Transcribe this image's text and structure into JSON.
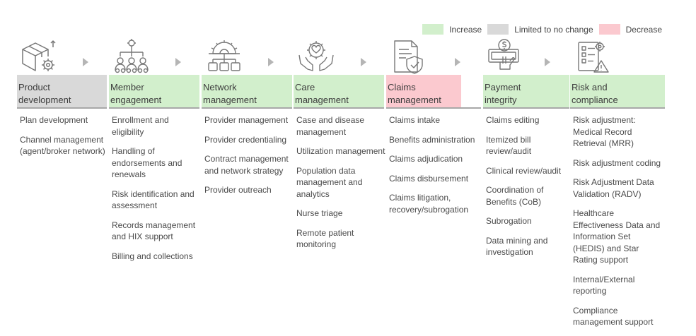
{
  "legend": {
    "items": [
      {
        "label": "Increase",
        "color": "#d2efcc"
      },
      {
        "label": "Limited to no change",
        "color": "#d9d9d9"
      },
      {
        "label": "Decrease",
        "color": "#fbc9cf"
      }
    ]
  },
  "columns": [
    {
      "title_line1": "Product",
      "title_line2": "development",
      "status_color": "#d9d9d9",
      "icon": "box-gear-icon",
      "items": [
        "Plan development",
        "Channel management (agent/broker network)"
      ]
    },
    {
      "title_line1": "Member",
      "title_line2": "engagement",
      "status_color": "#d2efcc",
      "icon": "people-hierarchy-icon",
      "items": [
        "Enrollment and eligibility",
        "Handling of endorsements and renewals",
        "Risk identification and assessment",
        "Records management and HIX support",
        "Billing and collections"
      ]
    },
    {
      "title_line1": "Network",
      "title_line2": "management",
      "status_color": "#d2efcc",
      "icon": "network-gear-icon",
      "items": [
        "Provider management",
        "Provider credentialing",
        "Contract management and network strategy",
        "Provider outreach"
      ]
    },
    {
      "title_line1": "Care",
      "title_line2": "management",
      "status_color": "#d2efcc",
      "icon": "care-hands-icon",
      "items": [
        "Case and disease management",
        "Utilization management",
        "Population data management and analytics",
        "Nurse triage",
        "Remote patient monitoring"
      ]
    },
    {
      "title_line1": "Claims",
      "title_line2": "management",
      "status_color": "#fbc9cf",
      "icon": "claim-shield-icon",
      "items": [
        "Claims intake",
        "Benefits administration",
        "Claims adjudication",
        "Claims disbursement",
        "Claims litigation, recovery/subrogation"
      ]
    },
    {
      "title_line1": "Payment",
      "title_line2": "integrity",
      "status_color": "#d2efcc",
      "icon": "payment-hand-icon",
      "items": [
        "Claims editing",
        "Itemized bill review/audit",
        "Clinical review/audit",
        "Coordination of Benefits (CoB)",
        "Subrogation",
        "Data mining and investigation"
      ]
    },
    {
      "title_line1": "Risk and",
      "title_line2": "compliance",
      "status_color": "#d2efcc",
      "icon": "checklist-warning-icon",
      "items": [
        "Risk adjustment: Medical Record Retrieval (MRR)",
        "Risk adjustment coding",
        "Risk Adjustment Data Validation (RADV)",
        "Healthcare Effectiveness Data and Information Set (HEDIS) and Star Rating support",
        "Internal/External reporting",
        "Compliance management support"
      ]
    }
  ]
}
